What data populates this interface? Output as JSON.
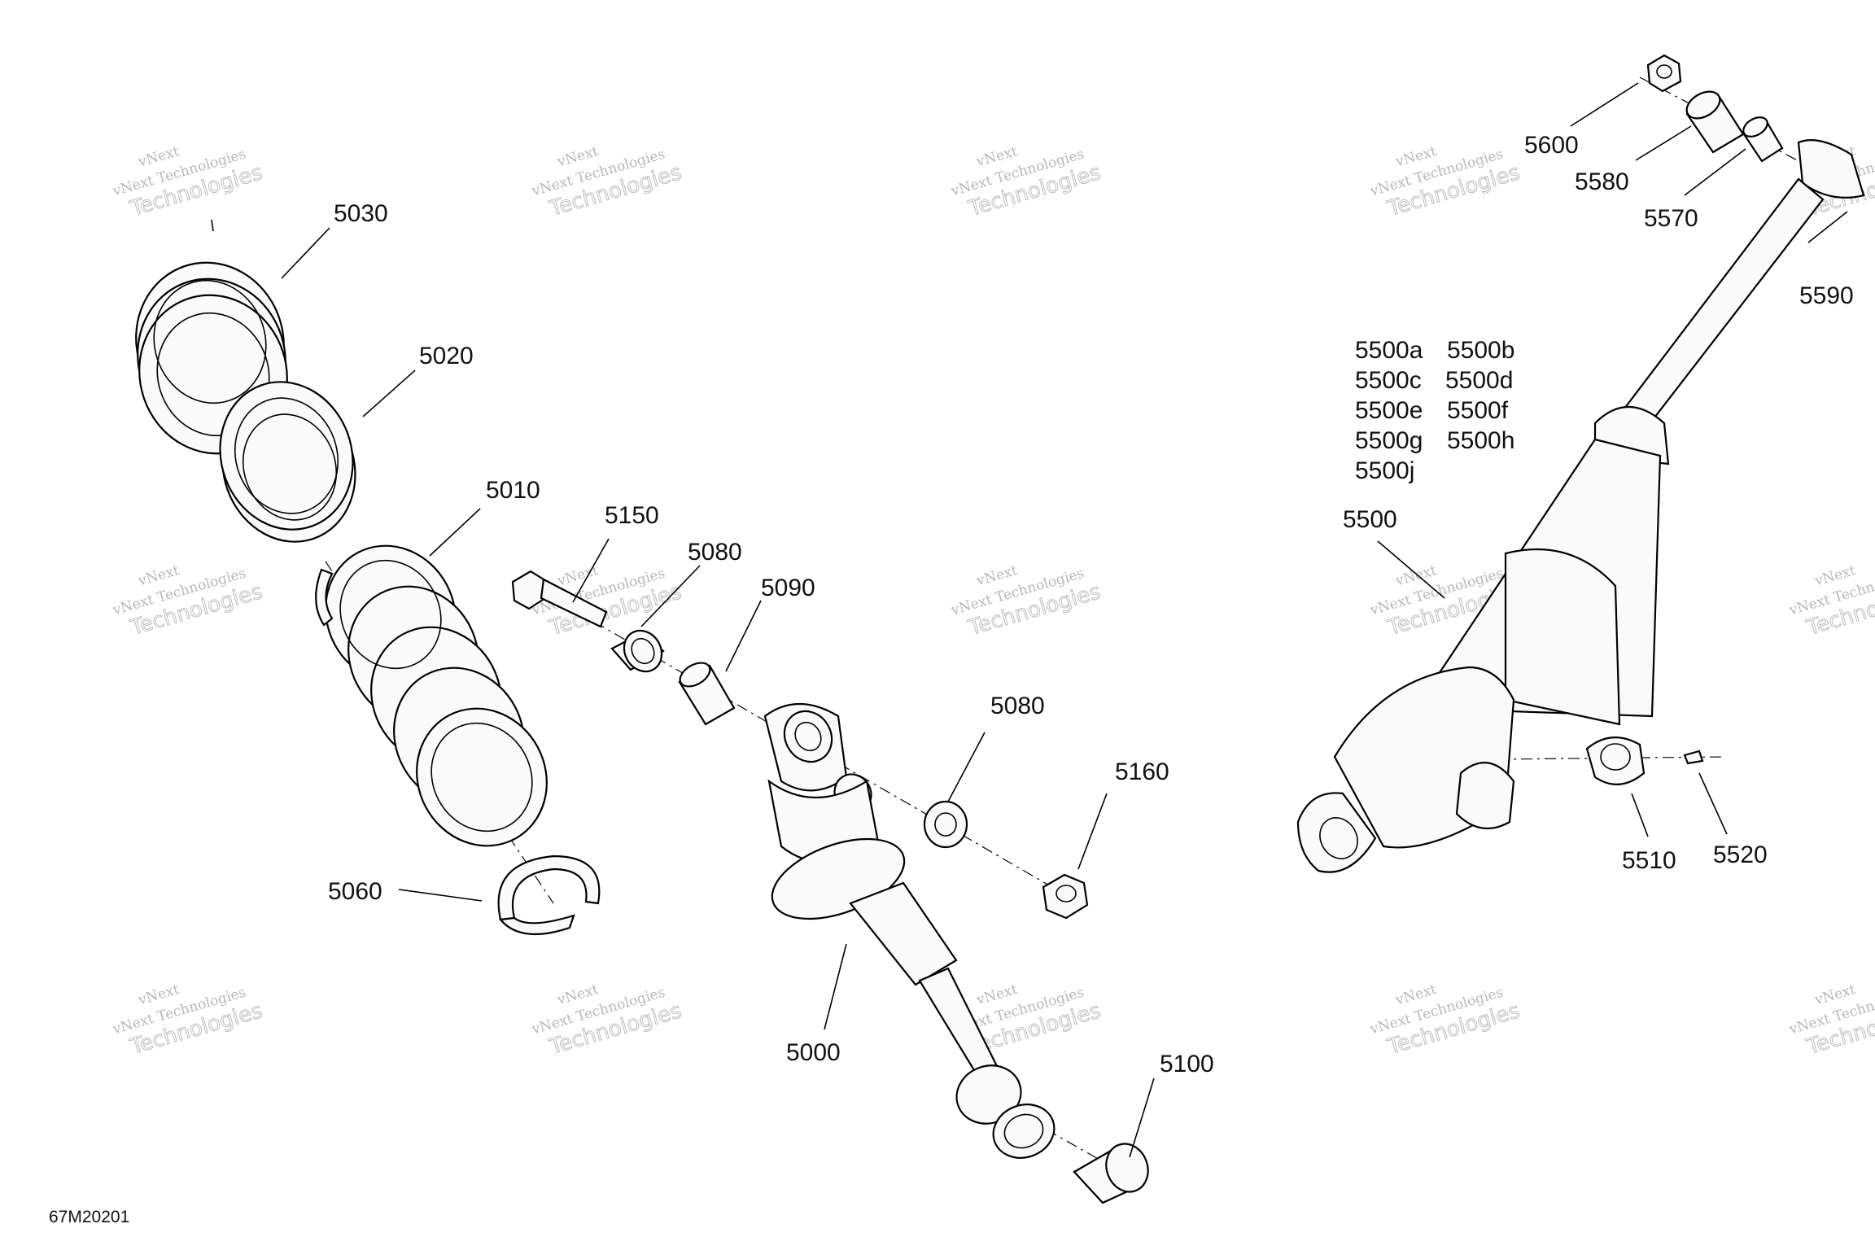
{
  "diagram": {
    "drawing_code": "67M20201",
    "watermark": {
      "line1": "vNext Technologies",
      "line2": "vNext",
      "line3": "Technologies"
    },
    "callouts": [
      {
        "id": "c5030",
        "label": "5030"
      },
      {
        "id": "c5020",
        "label": "5020"
      },
      {
        "id": "c5010",
        "label": "5010"
      },
      {
        "id": "c5150",
        "label": "5150"
      },
      {
        "id": "c5080a",
        "label": "5080"
      },
      {
        "id": "c5090",
        "label": "5090"
      },
      {
        "id": "c5080b",
        "label": "5080"
      },
      {
        "id": "c5160",
        "label": "5160"
      },
      {
        "id": "c5060",
        "label": "5060"
      },
      {
        "id": "c5000",
        "label": "5000"
      },
      {
        "id": "c5100",
        "label": "5100"
      },
      {
        "id": "c5600",
        "label": "5600"
      },
      {
        "id": "c5580",
        "label": "5580"
      },
      {
        "id": "c5570",
        "label": "5570"
      },
      {
        "id": "c5590",
        "label": "5590"
      },
      {
        "id": "c5500",
        "label": "5500"
      },
      {
        "id": "c5510",
        "label": "5510"
      },
      {
        "id": "c5520",
        "label": "5520"
      }
    ],
    "variant_list": [
      [
        "5500a",
        "5500b"
      ],
      [
        "5500c",
        "5500d"
      ],
      [
        "5500e",
        "5500f"
      ],
      [
        "5500g",
        "5500h"
      ],
      [
        "5500j"
      ]
    ]
  }
}
